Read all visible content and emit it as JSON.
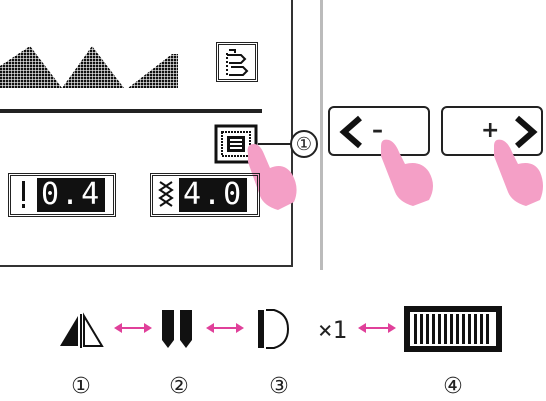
{
  "callout_number": "①",
  "lcd": {
    "width_value": "0.4",
    "length_value": "4.0"
  },
  "buttons": {
    "minus_sign": "–",
    "plus_sign": "+"
  },
  "modes": {
    "repeat_label": "×1",
    "labels": [
      "①",
      "②",
      "③",
      "④"
    ]
  },
  "colors": {
    "accent_pink": "#f49fc6",
    "arrow_pink": "#e0409a",
    "lcd_dark": "#111111"
  },
  "icons": [
    "triangle-stitch-icon",
    "mode-select-icon",
    "stitch-setting-icon",
    "stitch-width-icon",
    "stitch-length-icon",
    "chevron-left-icon",
    "chevron-right-icon",
    "finger-pointer-icon",
    "mirror-icon",
    "twin-needle-icon",
    "single-pattern-icon",
    "elongation-icon",
    "double-arrow-icon"
  ]
}
